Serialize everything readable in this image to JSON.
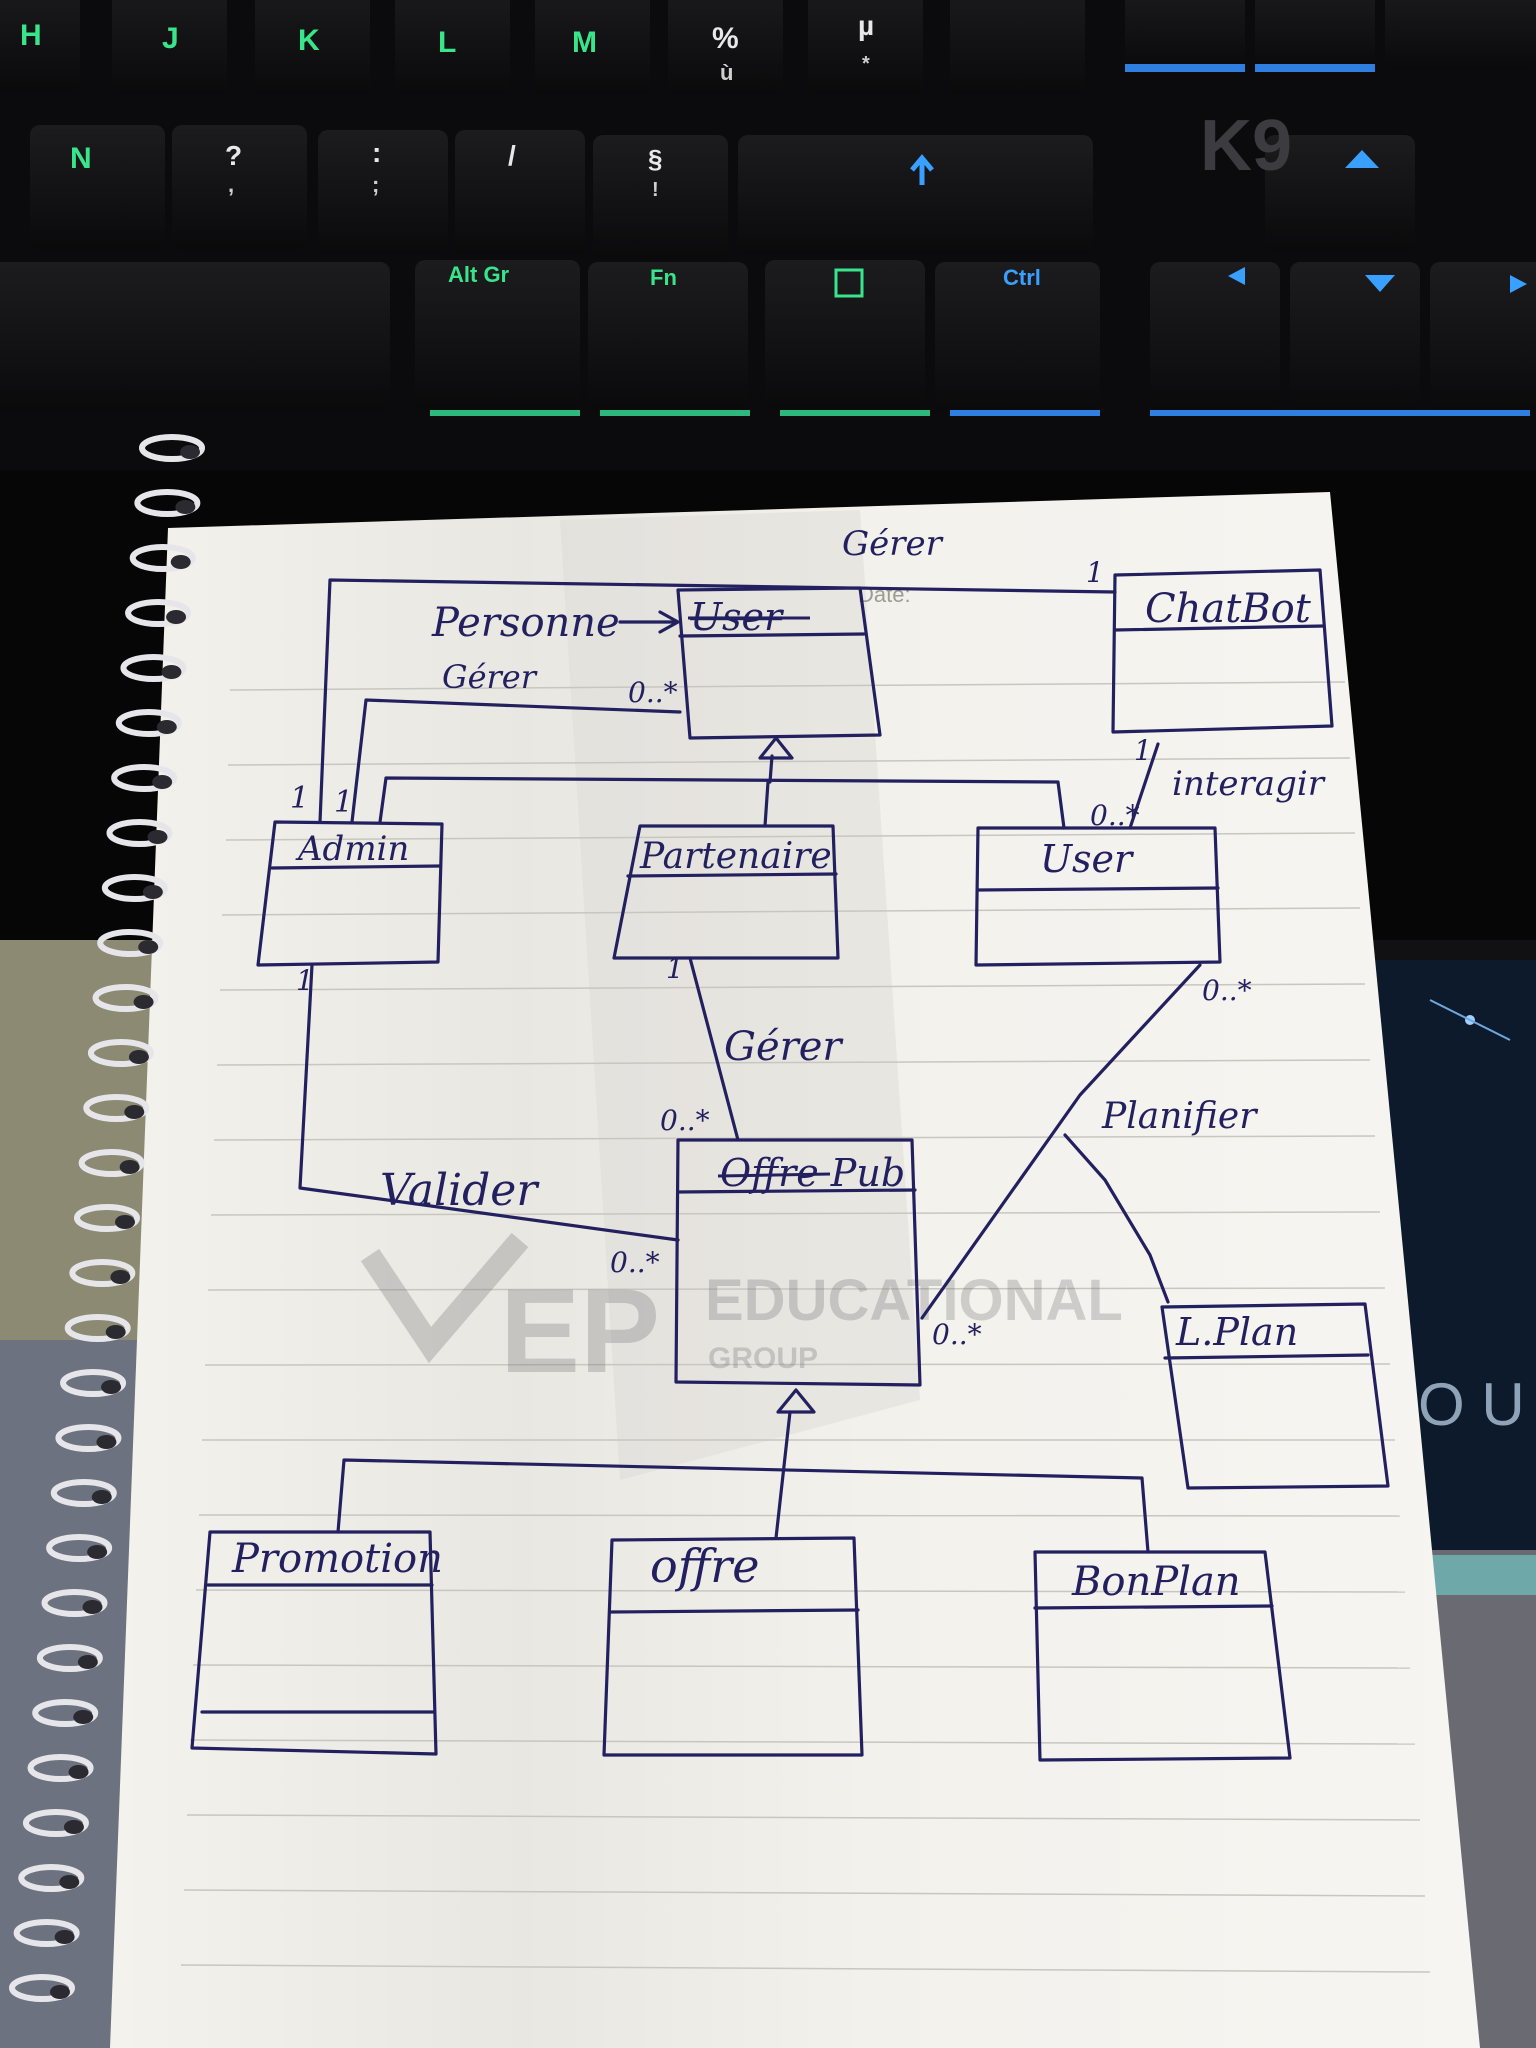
{
  "keyboard": {
    "brand": "K9",
    "keys_row1": [
      "H",
      "J",
      "K",
      "L",
      "M",
      "%",
      "µ"
    ],
    "key_u_grave": "ù",
    "key_star": "*",
    "keys_row2": [
      "N",
      "?",
      ":",
      "/",
      "§"
    ],
    "key_comma": ",",
    "key_semicolon": ";",
    "key_excl": "!",
    "key_altgr": "Alt Gr",
    "key_fn": "Fn",
    "key_ctrl": "Ctrl"
  },
  "notebook": {
    "date_label": "Date:",
    "watermark_line1": "EDUCATIONAL",
    "watermark_line2": "GROUP",
    "watermark_logo": "EP"
  },
  "diagram": {
    "classes": {
      "user_top": "User",
      "chatbot": "ChatBot",
      "admin": "Admin",
      "partenaire": "Partenaire",
      "user": "User",
      "offre_pub": "Offre Pub",
      "lplan": "L.Plan",
      "promotion": "Promotion",
      "offre": "offre",
      "bonplan": "BonPlan"
    },
    "notes": {
      "personne": "Personne"
    },
    "associations": {
      "gerer_top": "Gérer",
      "gerer_user": "Gérer",
      "interagir": "interagir",
      "gerer_pub": "Gérer",
      "valider": "Valider",
      "planifier": "Planifier"
    },
    "multiplicities": {
      "chatbot_admin": "1",
      "user_admin": "0..*",
      "admin_1a": "1",
      "admin_1b": "1",
      "chatbot_user": "1",
      "user_chatbot": "0..*",
      "partenaire_pub": "1",
      "pub_partenaire": "0..*",
      "admin_pub": "1",
      "pub_admin": "0..*",
      "user_pub": "0..*",
      "pub_user": "0..*"
    }
  },
  "colors": {
    "ink": "#23205f",
    "paper": "#f1efe9",
    "keyboard": "#0c0c0e",
    "key_green": "#39e58a",
    "key_blue": "#3aa0ff"
  }
}
